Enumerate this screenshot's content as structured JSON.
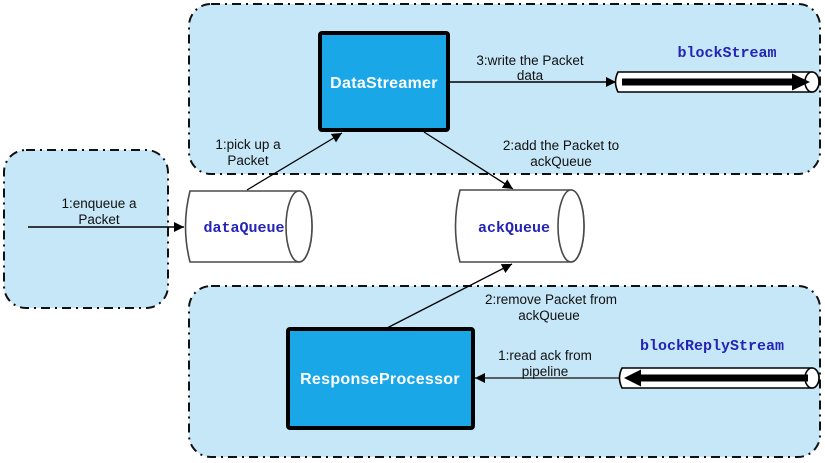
{
  "colors": {
    "panel_fill": "#C6E7F8",
    "panel_border": "#111111",
    "node_fill": "#1AA7E8",
    "node_border": "#000000",
    "node_text": "#FFFFFF",
    "stream_label": "#2424B4",
    "edge_text": "#111111"
  },
  "nodes": {
    "data_streamer": {
      "label": "DataStreamer"
    },
    "response_processor": {
      "label": "ResponseProcessor"
    },
    "data_queue": {
      "label": "dataQueue"
    },
    "ack_queue": {
      "label": "ackQueue"
    },
    "block_stream": {
      "label": "blockStream"
    },
    "block_reply_stream": {
      "label": "blockReplyStream"
    }
  },
  "edges": {
    "enqueue_packet": {
      "line1": "1:enqueue a",
      "line2": "Packet"
    },
    "pick_up_packet": {
      "line1": "1:pick up a",
      "line2": "Packet"
    },
    "write_packet": {
      "line1": "3:write the Packet",
      "line2": "data"
    },
    "add_packet": {
      "line1": "2:add the Packet to",
      "line2": "ackQueue"
    },
    "remove_packet": {
      "line1": "2:remove Packet from",
      "line2": "ackQueue"
    },
    "read_ack": {
      "line1": "1:read ack from",
      "line2": "pipeline"
    }
  }
}
